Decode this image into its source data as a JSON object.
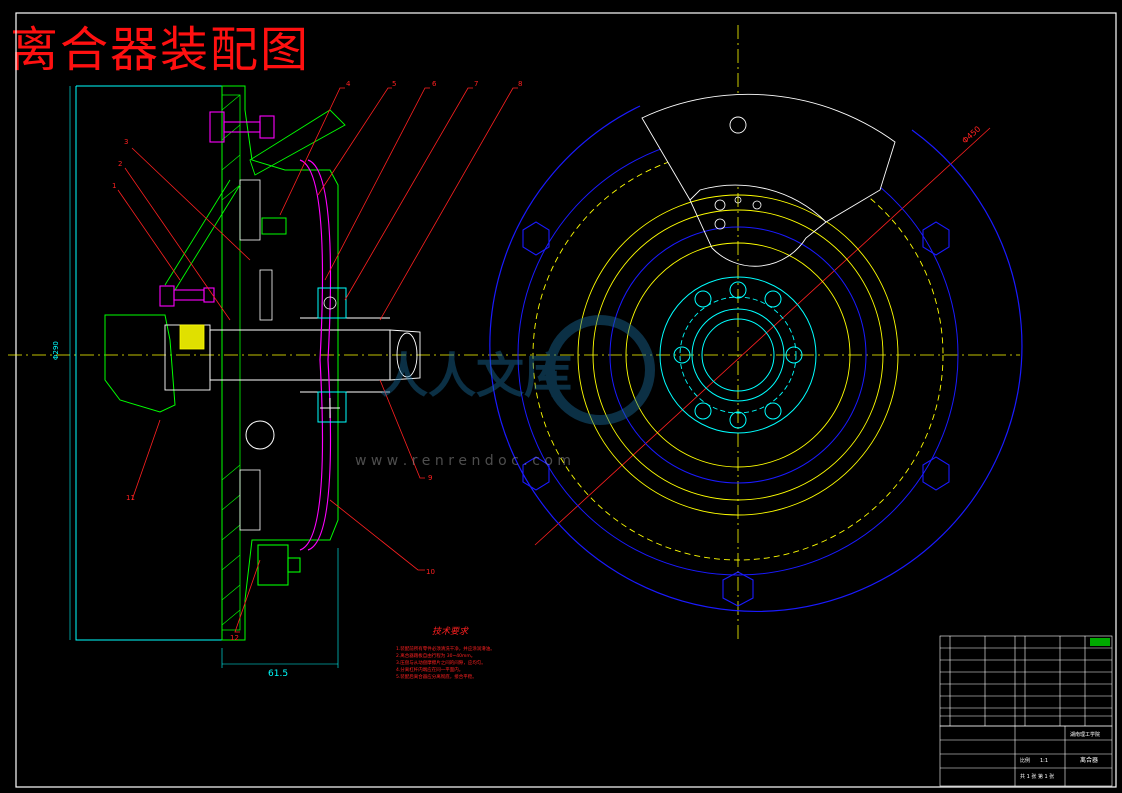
{
  "title": "离合器装配图",
  "dimensions": {
    "bottom_width": "61.5",
    "diameter_label": "Φ450",
    "vertical_left": "Φ290"
  },
  "callouts": [
    "1",
    "2",
    "3",
    "4",
    "5",
    "6",
    "7",
    "8",
    "9",
    "10",
    "11",
    "12"
  ],
  "tech_requirements": {
    "heading": "技术要求",
    "lines": [
      "1.装配前所有零件必须清洗干净，并应涂润滑油。",
      "2.离合器踏板自由行程为 30~40mm。",
      "3.压盘与从动盘摩擦片之间的间隙，应均匀。",
      "4.分离杠杆内端应在同一平面内。",
      "5.装配后离合器应分离彻底，接合平稳。"
    ]
  },
  "watermark": {
    "text": "人人文库",
    "url": "w w w . r e n r e n d o c . c o m"
  },
  "title_block": {
    "drawing_name": "离合器",
    "unit": "湖南理工学院",
    "scale_label": "比例",
    "scale": "1:1",
    "sheet": "共 1 张 第 1 张"
  },
  "colors": {
    "background": "#000000",
    "title": "#ff1010",
    "frame": "#ffffff",
    "cyan": "#00ffff",
    "yellow": "#ffff00",
    "blue": "#1a1aff",
    "green": "#00ff00",
    "magenta": "#ff00ff",
    "red_leader": "#ff2020"
  }
}
